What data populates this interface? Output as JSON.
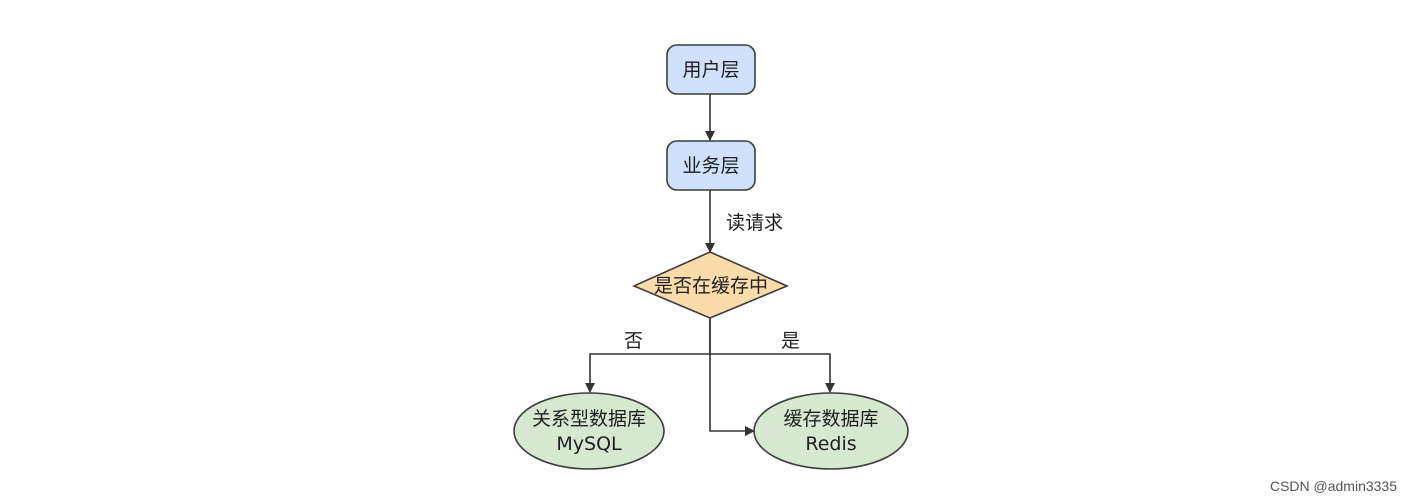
{
  "diagram": {
    "nodes": {
      "user_layer": {
        "label": "用户层"
      },
      "business_layer": {
        "label": "业务层"
      },
      "cache_check": {
        "label": "是否在缓存中"
      },
      "mysql": {
        "line1": "关系型数据库",
        "line2": "MySQL"
      },
      "redis": {
        "line1": "缓存数据库",
        "line2": "Redis"
      }
    },
    "edges": {
      "read_request": "读请求",
      "no": "否",
      "yes": "是"
    },
    "colors": {
      "rect_fill": "#cfe1fb",
      "rect_stroke": "#3c3c3c",
      "diamond_fill": "#f9dcaa",
      "ellipse_fill": "#d6e8d0",
      "line": "#333333"
    }
  },
  "watermark": "CSDN @admin3335"
}
